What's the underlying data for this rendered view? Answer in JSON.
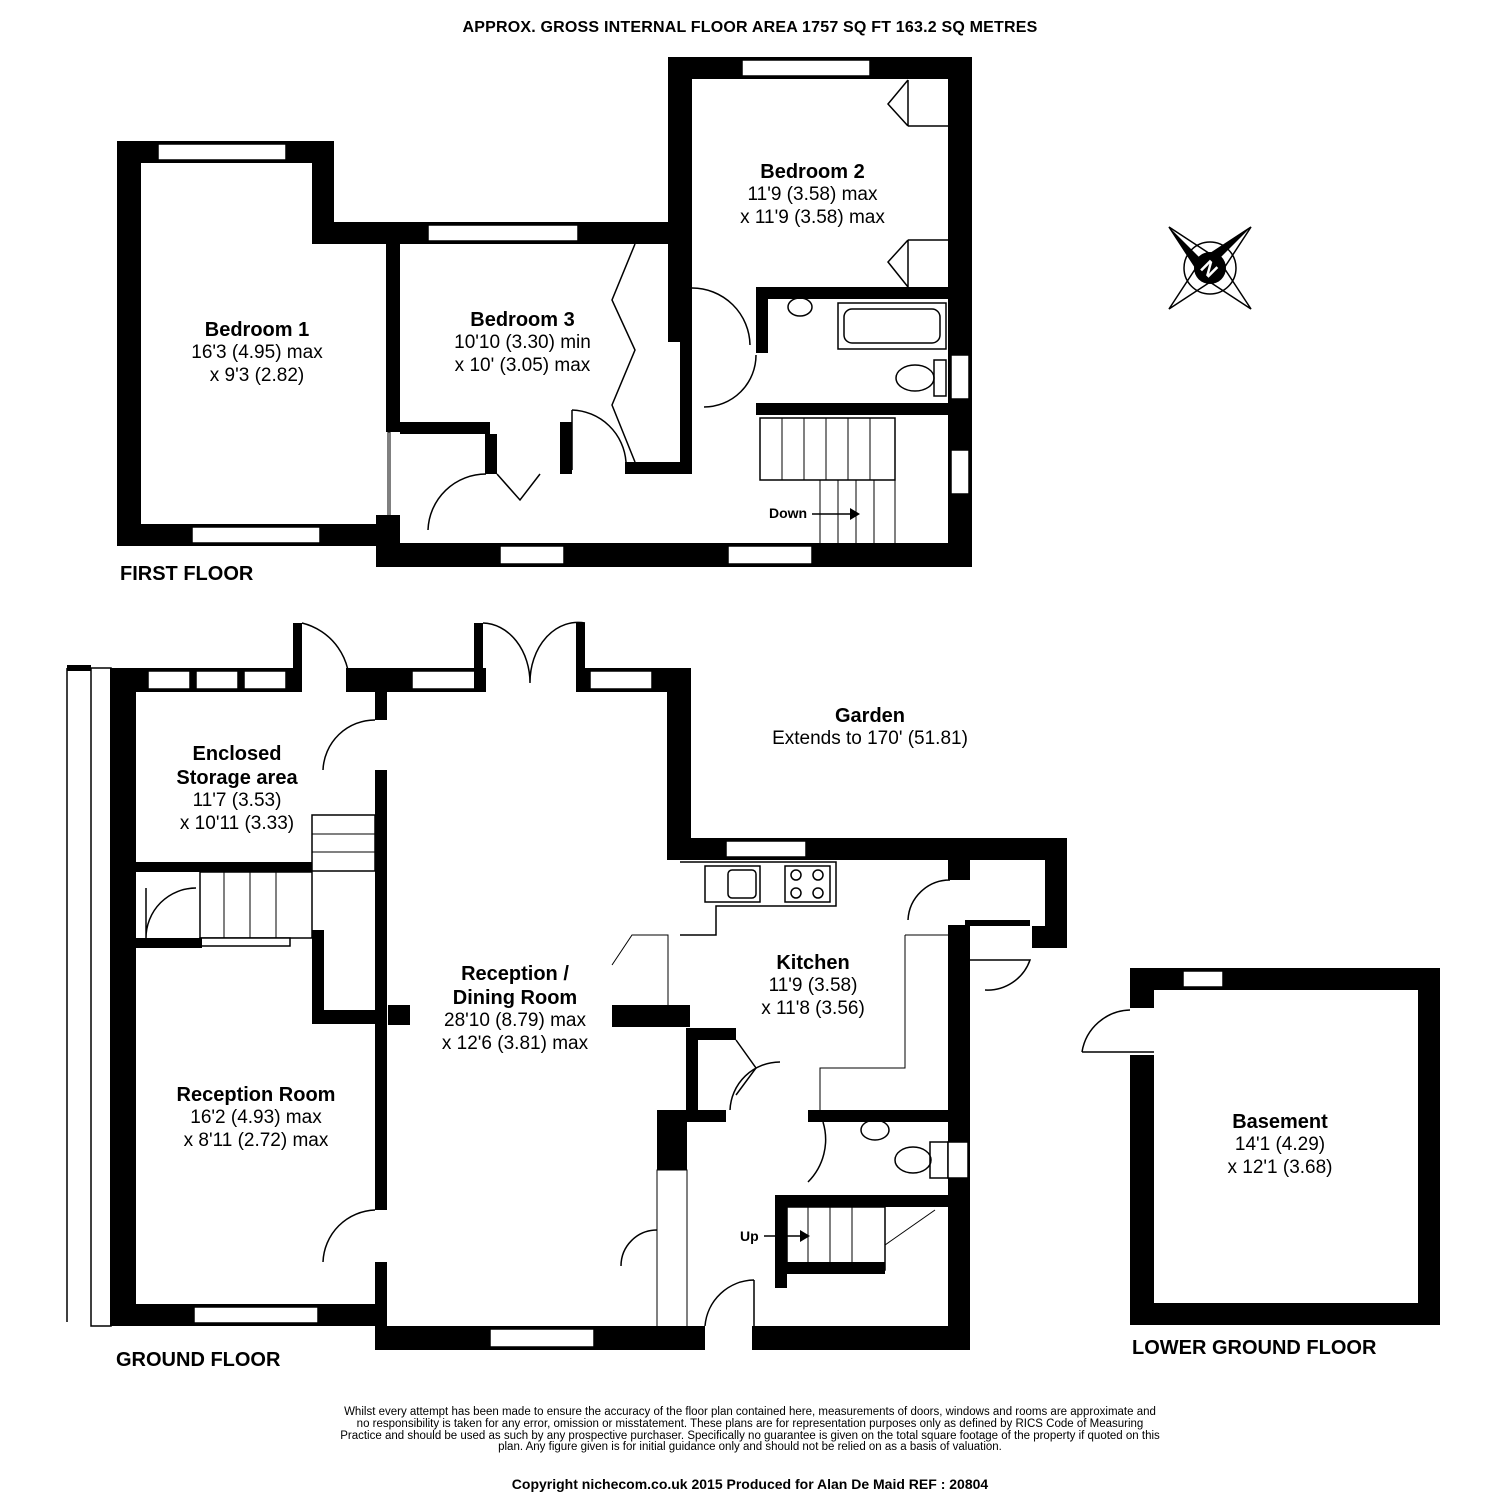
{
  "header": {
    "title": "APPROX. GROSS INTERNAL FLOOR AREA 1757 SQ FT 163.2 SQ METRES"
  },
  "floors": {
    "first": "FIRST FLOOR",
    "ground": "GROUND FLOOR",
    "lower": "LOWER GROUND FLOOR"
  },
  "rooms": {
    "bedroom1": {
      "name": "Bedroom 1",
      "dim1": "16'3 (4.95) max",
      "dim2": "x 9'3 (2.82)"
    },
    "bedroom2": {
      "name": "Bedroom 2",
      "dim1": "11'9 (3.58) max",
      "dim2": "x 11'9 (3.58) max"
    },
    "bedroom3": {
      "name": "Bedroom 3",
      "dim1": "10'10 (3.30) min",
      "dim2": "x 10' (3.05) max"
    },
    "storage": {
      "name1": "Enclosed",
      "name2": "Storage area",
      "dim1": "11'7 (3.53)",
      "dim2": "x 10'11 (3.33)"
    },
    "reception_dining": {
      "name1": "Reception /",
      "name2": "Dining Room",
      "dim1": "28'10 (8.79) max",
      "dim2": "x 12'6 (3.81) max"
    },
    "kitchen": {
      "name": "Kitchen",
      "dim1": "11'9 (3.58)",
      "dim2": "x 11'8 (3.56)"
    },
    "reception_room": {
      "name": "Reception Room",
      "dim1": "16'2 (4.93) max",
      "dim2": "x 8'11 (2.72) max"
    },
    "basement": {
      "name": "Basement",
      "dim1": "14'1 (4.29)",
      "dim2": "x 12'1 (3.68)"
    }
  },
  "garden": {
    "name": "Garden",
    "detail": "Extends to 170' (51.81)"
  },
  "stairs": {
    "down": "Down",
    "up": "Up"
  },
  "compass": {
    "letter": "N"
  },
  "footer": {
    "disclaimer": "Whilst every attempt has been made to ensure the accuracy of the floor plan contained here, measurements of doors, windows and rooms are approximate and no responsibility is taken for any error, omission or misstatement. These plans are for representation purposes only as defined by RICS Code of Measuring Practice and should be used as such by any prospective purchaser. Specifically no guarantee is given on the total square footage of the property if quoted on this plan. Any figure given is for initial guidance only and should not be relied on as a basis of valuation.",
    "copyright": "Copyright nichecom.co.uk 2015    Produced for Alan De Maid    REF :  20804"
  }
}
